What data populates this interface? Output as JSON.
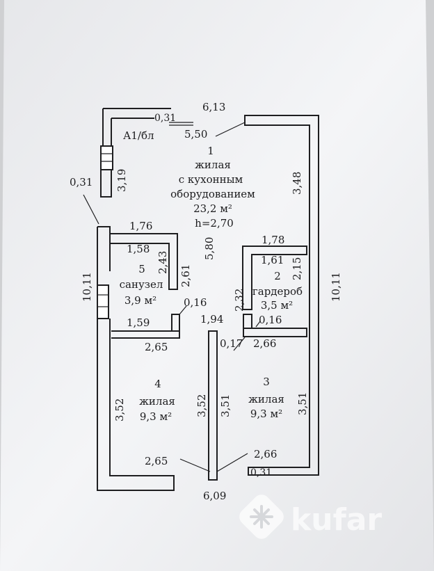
{
  "dims": {
    "top_total": "6,13",
    "top_wall": "0,31",
    "top_room": "5,50",
    "balcony_height": "3,19",
    "balcony_wall": "0,31",
    "bath_top": "1,76",
    "bath_inner": "1,58",
    "bath_h1": "2,43",
    "bath_h2": "2,61",
    "left_total": "10,11",
    "bath_door": "0,16",
    "bath_bottom": "1,59",
    "corridor": "1,94",
    "room4_top": "2,65",
    "room1_h": "5,80",
    "right_upper": "3,48",
    "right_total": "10,11",
    "ward_top": "1,78",
    "ward_inner": "1,61",
    "ward_h1": "2,15",
    "ward_h2": "2,32",
    "ward_door": "0,16",
    "part_wall": "0,17",
    "room3_top": "2,66",
    "room4_left": "3,52",
    "room4_right": "3,52",
    "room3_left": "3,51",
    "room3_right": "3,51",
    "room4_bottom": "2,65",
    "room3_bottom": "2,66",
    "bottom_wall": "0,31",
    "bottom_total": "6,09"
  },
  "rooms": {
    "balcony": {
      "label": "А1/бл"
    },
    "r1": {
      "num": "1",
      "line1": "жилая",
      "line2": "с кухонным",
      "line3": "оборудованием",
      "area": "23,2 м²",
      "height": "h=2,70"
    },
    "r5": {
      "num": "5",
      "name": "санузел",
      "area": "3,9 м²"
    },
    "r2": {
      "num": "2",
      "name": "гардероб",
      "area": "3,5 м²"
    },
    "r4": {
      "num": "4",
      "name": "жилая",
      "area": "9,3 м²"
    },
    "r3": {
      "num": "3",
      "name": "жилая",
      "area": "9,3 м²"
    }
  },
  "watermark": {
    "brand": "kufar"
  },
  "colors": {
    "paper": "#f2f3f5",
    "line": "#1e1e20",
    "watermark": "#ffffff"
  }
}
